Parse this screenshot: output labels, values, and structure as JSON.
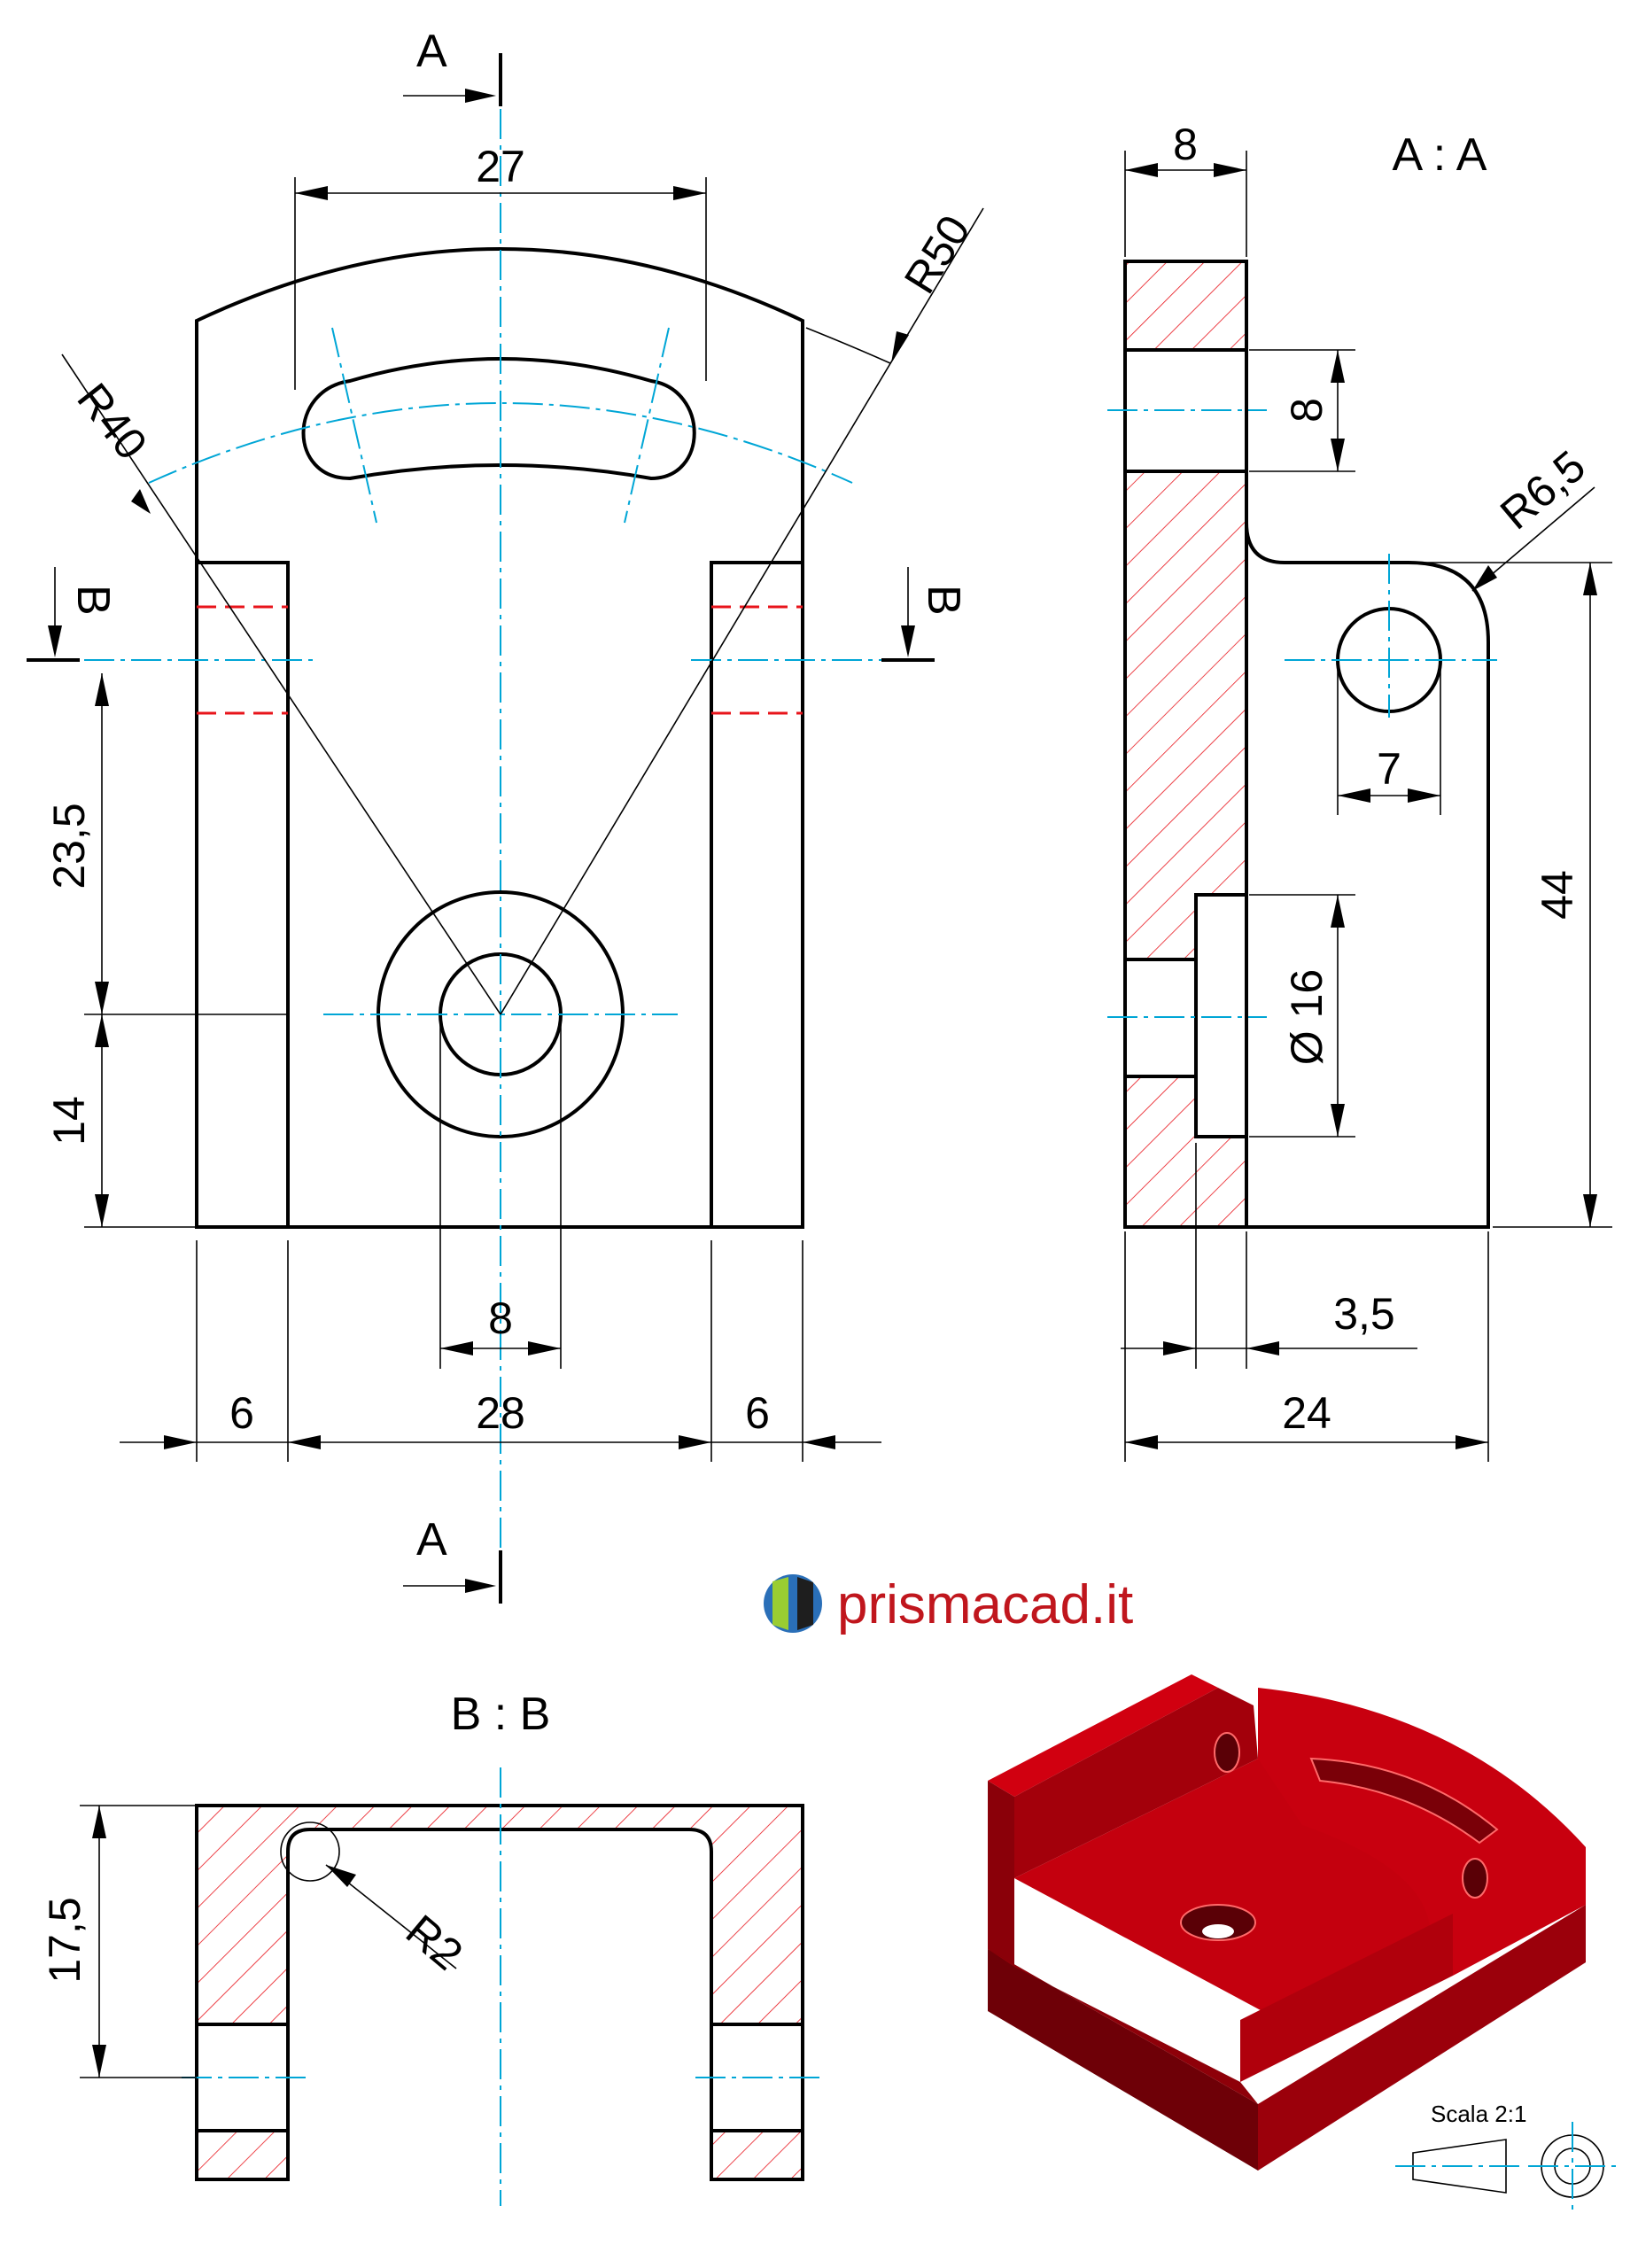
{
  "front_view": {
    "section_mark_a": "A",
    "section_mark_b": "B",
    "dims": {
      "slot_width": "27",
      "r_slot": "R40",
      "r_top": "R50",
      "hole_height": "23,5",
      "hole_base": "14",
      "bore": "8",
      "flange_left": "6",
      "channel": "28",
      "flange_right": "6"
    }
  },
  "section_aa": {
    "title": "A : A",
    "dims": {
      "top_width": "8",
      "slot_height": "8",
      "radius": "R6,5",
      "hole_dia": "7",
      "total_height": "44",
      "counterbore": "Ø 16",
      "counterbore_depth": "3,5",
      "total_width": "24"
    }
  },
  "section_bb": {
    "title": "B : B",
    "dims": {
      "height": "17,5",
      "radius": "R2"
    }
  },
  "logo": {
    "text": "prismacad.it",
    "color": "#c0161d"
  },
  "scale_note": "Scala 2:1",
  "colors": {
    "hatch": "#e8141b",
    "centerline": "#00a6d6",
    "model": "#b8000d"
  }
}
